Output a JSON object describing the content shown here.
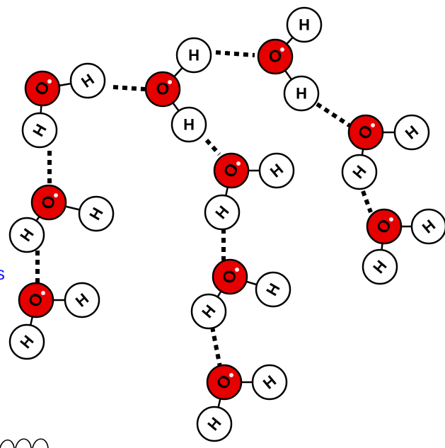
{
  "diagram": {
    "atoms": {
      "hydrogen": "H",
      "oxygen": "O"
    },
    "colors": {
      "oxygen": "#e60000",
      "hydrogen": "#ffffff",
      "outline": "#000000",
      "edge_text": "#1a1aff"
    },
    "edge_glyph": "s"
  }
}
